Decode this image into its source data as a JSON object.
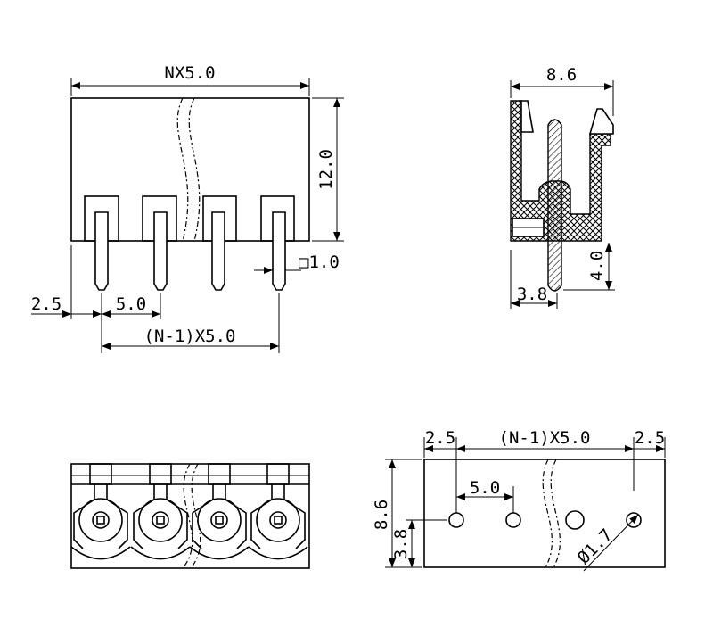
{
  "front_view": {
    "width_label": "NX5.0",
    "height_label": "12.0",
    "pin_size_label": "□1.0",
    "edge_offset_label": "2.5",
    "pitch_label": "5.0",
    "span_label": "(N-1)X5.0"
  },
  "side_view": {
    "width_label": "8.6",
    "pin_length_label": "4.0",
    "pin_offset_label": "3.8"
  },
  "bottom_view": {
    "pole_count": 4
  },
  "footprint_view": {
    "left_margin_label": "2.5",
    "span_label": "(N-1)X5.0",
    "right_margin_label": "2.5",
    "pitch_label": "5.0",
    "height_label": "8.6",
    "hole_offset_label": "3.8",
    "hole_diameter_label": "Ø1.7"
  }
}
